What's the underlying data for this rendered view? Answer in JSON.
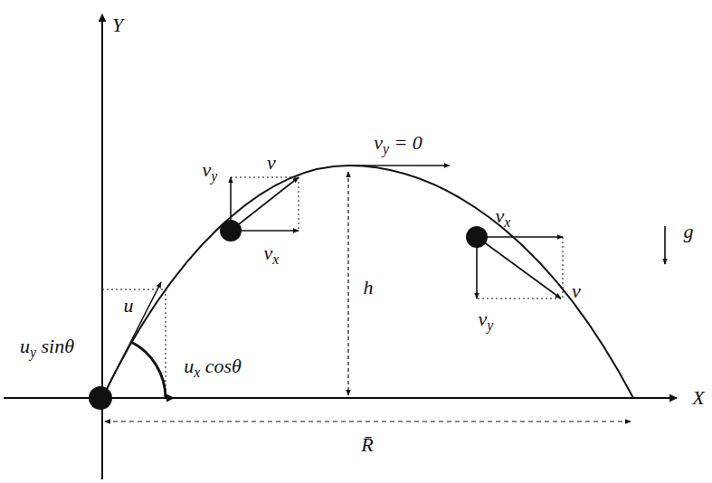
{
  "diagram": {
    "labels": [
      "Y",
      "v",
      "vy",
      "vy = 0",
      "vx",
      "h",
      "vx",
      "g",
      "vy",
      "v",
      "u",
      "uy sinθ",
      "ux cosθ",
      "X",
      "R̄"
    ]
  }
}
